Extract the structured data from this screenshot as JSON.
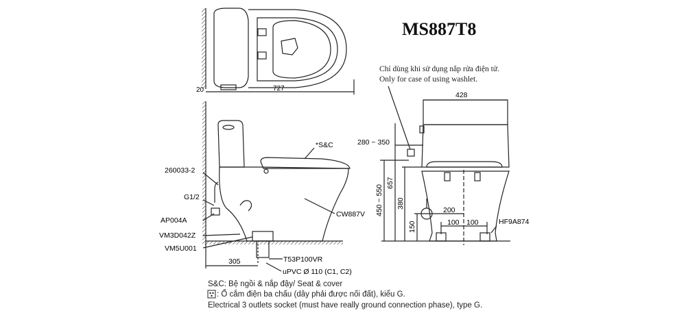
{
  "model": "MS887T8",
  "notes": {
    "vi": "Chỉ dùng khi sử dụng nắp rửa điện tử.",
    "en": "Only for case of using washlet."
  },
  "top_view": {
    "d_wall": "20",
    "d_length": "727"
  },
  "side_view": {
    "sc": "*S&C",
    "p260033": "260033-2",
    "g12": "G1/2",
    "ap004a": "AP004A",
    "vm3d042z": "VM3D042Z",
    "vm5u001": "VM5U001",
    "cw887v": "CW887V",
    "d305": "305",
    "t53": "T53P100VR",
    "upvc": "uPVC Ø 110 (C1, C2)"
  },
  "front_view": {
    "d428": "428",
    "d280_350": "280 ~ 350",
    "d450_550": "450 ~ 550",
    "d657": "657",
    "d380": "380",
    "d150": "150",
    "d200": "200",
    "d100a": "100",
    "d100b": "100",
    "hf9a874": "HF9A874"
  },
  "legend": {
    "sc_line": "S&C: Bệ ngồi & nắp đậy/ Seat & cover",
    "socket_vi": ": Ổ cắm điện ba chấu (dây phải được nối đất), kiểu G.",
    "socket_en": "Electrical 3 outlets socket (must have really ground connection phase), type G."
  }
}
